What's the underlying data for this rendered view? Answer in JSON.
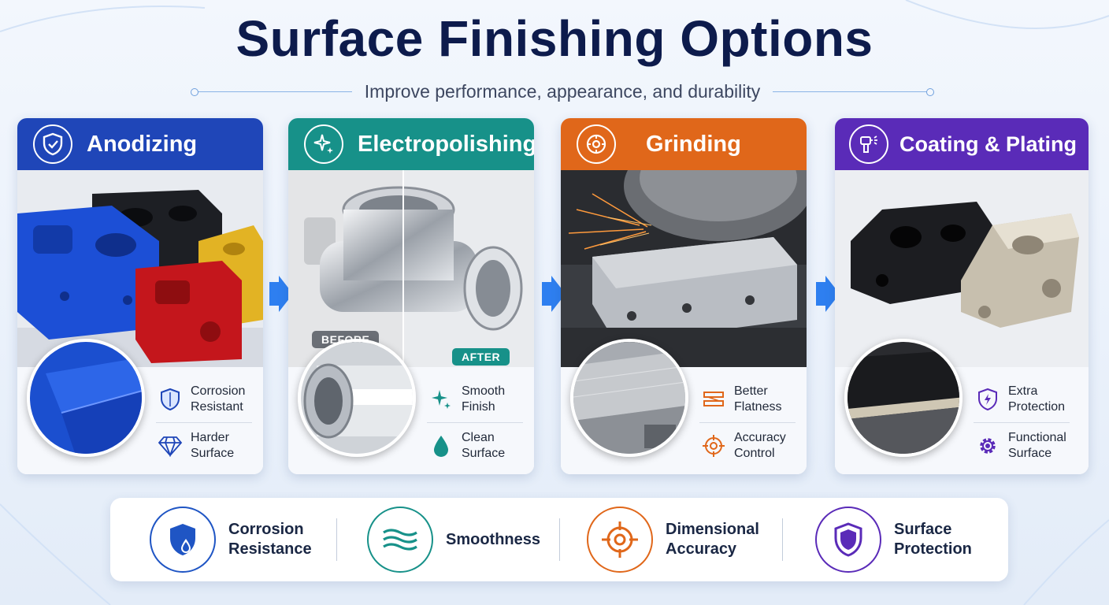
{
  "header": {
    "title": "Surface Finishing Options",
    "subtitle": "Improve performance, appearance, and durability"
  },
  "cards": [
    {
      "title": "Anodizing",
      "color": "#1f46b8",
      "icon": "shield-check-icon",
      "features": [
        {
          "line1": "Corrosion",
          "line2": "Resistant",
          "icon": "shield-icon"
        },
        {
          "line1": "Harder",
          "line2": "Surface",
          "icon": "diamond-icon"
        }
      ]
    },
    {
      "title": "Electropolishing",
      "color": "#179189",
      "icon": "sparkle-icon",
      "tags": {
        "before": "BEFORE",
        "after": "AFTER"
      },
      "features": [
        {
          "line1": "Smooth",
          "line2": "Finish",
          "icon": "sparkle-icon"
        },
        {
          "line1": "Clean",
          "line2": "Surface",
          "icon": "droplet-icon"
        }
      ]
    },
    {
      "title": "Grinding",
      "color": "#e0671a",
      "icon": "grinding-wheel-icon",
      "features": [
        {
          "line1": "Better",
          "line2": "Flatness",
          "icon": "flatness-icon"
        },
        {
          "line1": "Accuracy",
          "line2": "Control",
          "icon": "target-icon"
        }
      ]
    },
    {
      "title": "Coating & Plating",
      "color": "#5a2bb8",
      "icon": "spray-gun-icon",
      "features": [
        {
          "line1": "Extra",
          "line2": "Protection",
          "icon": "shield-bolt-icon"
        },
        {
          "line1": "Functional",
          "line2": "Surface",
          "icon": "gear-icon"
        }
      ]
    }
  ],
  "benefits": [
    {
      "line1": "Corrosion",
      "line2": "Resistance",
      "icon": "shield-drop-icon",
      "color": "#1f55c4"
    },
    {
      "line1": "Smoothness",
      "line2": "",
      "icon": "waves-icon",
      "color": "#179189"
    },
    {
      "line1": "Dimensional",
      "line2": "Accuracy",
      "icon": "target-icon",
      "color": "#e0671a"
    },
    {
      "line1": "Surface",
      "line2": "Protection",
      "icon": "shield-icon",
      "color": "#5a2bb8"
    }
  ]
}
